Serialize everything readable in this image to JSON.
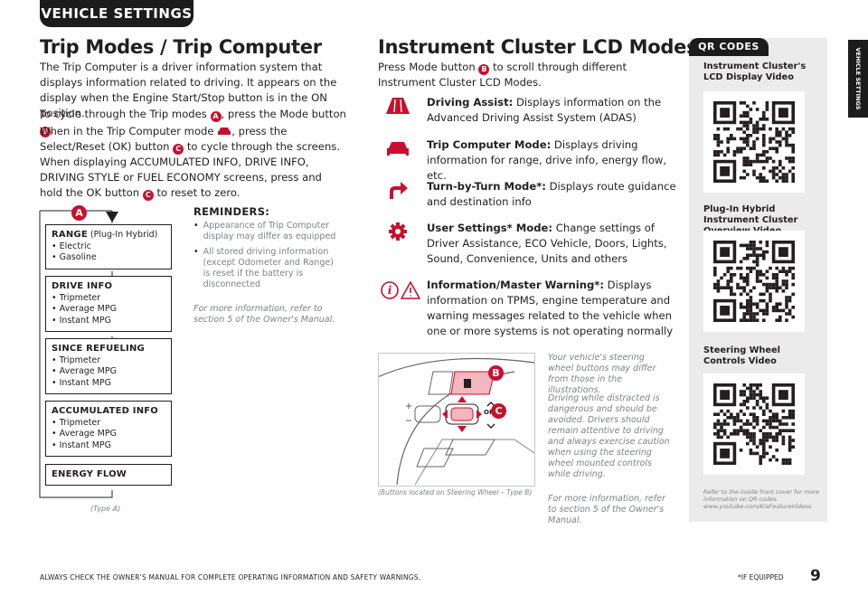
{
  "header": {
    "section_tab": "VEHICLE SETTINGS",
    "side_tab": "VEHICLE SETTINGS"
  },
  "trip": {
    "title": "Trip Modes / Trip Computer",
    "intro": "The Trip Computer is a driver information system that displays information related to driving. It appears on the display when the Engine Start/Stop button is in the ON position.",
    "cycle_a": "To cycle through the Trip modes ",
    "cycle_b": ", press the Mode button ",
    "cycle_c": ".",
    "when_a": "When in the Trip Computer mode ",
    "when_b": ", press the Select/Reset (OK) button ",
    "when_c": " to cycle through the screens. When displaying ACCUMULATED INFO, DRIVE INFO, DRIVING STYLE or FUEL ECONOMY screens, press and hold the OK button ",
    "when_d": " to reset to zero.",
    "badge_a": "A",
    "badge_b": "B",
    "badge_c": "C"
  },
  "flow": {
    "badge": "A",
    "boxes": [
      {
        "title": "RANGE",
        "suffix": " (Plug-In Hybrid)",
        "items": [
          "• Electric",
          "• Gasoline"
        ]
      },
      {
        "title": "DRIVE INFO",
        "suffix": "",
        "items": [
          "• Tripmeter",
          "• Average MPG",
          "• Instant MPG"
        ]
      },
      {
        "title": "SINCE REFUELING",
        "suffix": "",
        "items": [
          "• Tripmeter",
          "• Average MPG",
          "• Instant MPG"
        ]
      },
      {
        "title": "ACCUMULATED INFO",
        "suffix": "",
        "items": [
          "• Tripmeter",
          "• Average MPG",
          "• Instant MPG"
        ]
      },
      {
        "title": "ENERGY FLOW",
        "suffix": "",
        "items": []
      }
    ],
    "caption": "(Type A)"
  },
  "reminders": {
    "title": "REMINDERS:",
    "items": [
      "Appearance of Trip Computer display may differ as equipped",
      "All stored driving information (except Odometer and Range) is reset if the battery is disconnected"
    ],
    "note": "For more information, refer to section 5 of the Owner's Manual."
  },
  "cluster": {
    "title": "Instrument Cluster LCD Modes",
    "intro_a": "Press Mode button ",
    "intro_b": " to scroll through different Instrument Cluster LCD Modes.",
    "badge_b": "B",
    "modes": [
      {
        "name": "Driving Assist:",
        "desc": " Displays information on the Advanced Driving Assist System (ADAS)",
        "icon": "road-lanes-icon"
      },
      {
        "name": "Trip Computer Mode:",
        "desc": " Displays driving information for range, drive info, energy flow, etc.",
        "icon": "car-icon"
      },
      {
        "name": "Turn-by-Turn Mode*:",
        "desc": " Displays route guidance and destination info",
        "icon": "turn-arrow-icon"
      },
      {
        "name": "User Settings* Mode:",
        "desc": " Change settings of Driver Assistance, ECO Vehicle, Doors, Lights, Sound, Convenience, Units and others",
        "icon": "gear-icon"
      },
      {
        "name": "Information/Master Warning*:",
        "desc": " Displays information on TPMS, engine temperature and warning messages related to the vehicle when one or more systems is not operating normally",
        "icon": "warning-icon"
      }
    ]
  },
  "steering": {
    "caption": "(Buttons located on Steering Wheel – Type B)",
    "badge_b": "B",
    "badge_c": "C",
    "ok_label": "OK",
    "note1": "Your vehicle's steering wheel buttons may differ from those in the illustrations.",
    "note2": "Driving while distracted is dangerous and should be avoided. Drivers should remain attentive to driving and always exercise caution when using the steering wheel mounted controls while driving.",
    "note3": "For more information, refer to section 5 of the Owner's Manual."
  },
  "qr": {
    "badge": "QR CODES",
    "items": [
      {
        "title": "Instrument Cluster's LCD Display Video"
      },
      {
        "title": "Plug-In Hybrid Instrument Cluster Overview Video"
      },
      {
        "title": "Steering Wheel Controls Video"
      }
    ],
    "note": "Refer to the inside front cover for more information on QR codes. www.youtube.com/KiaFeatureVideos"
  },
  "footer": {
    "disclaimer": "ALWAYS CHECK THE OWNER'S MANUAL FOR COMPLETE OPERATING INFORMATION AND SAFETY WARNINGS.",
    "if_equipped": "*IF EQUIPPED",
    "page_number": "9"
  },
  "colors": {
    "accent": "#c8102e",
    "dark": "#1c1c1c",
    "panel": "#ebebeb",
    "text": "#231f20"
  }
}
